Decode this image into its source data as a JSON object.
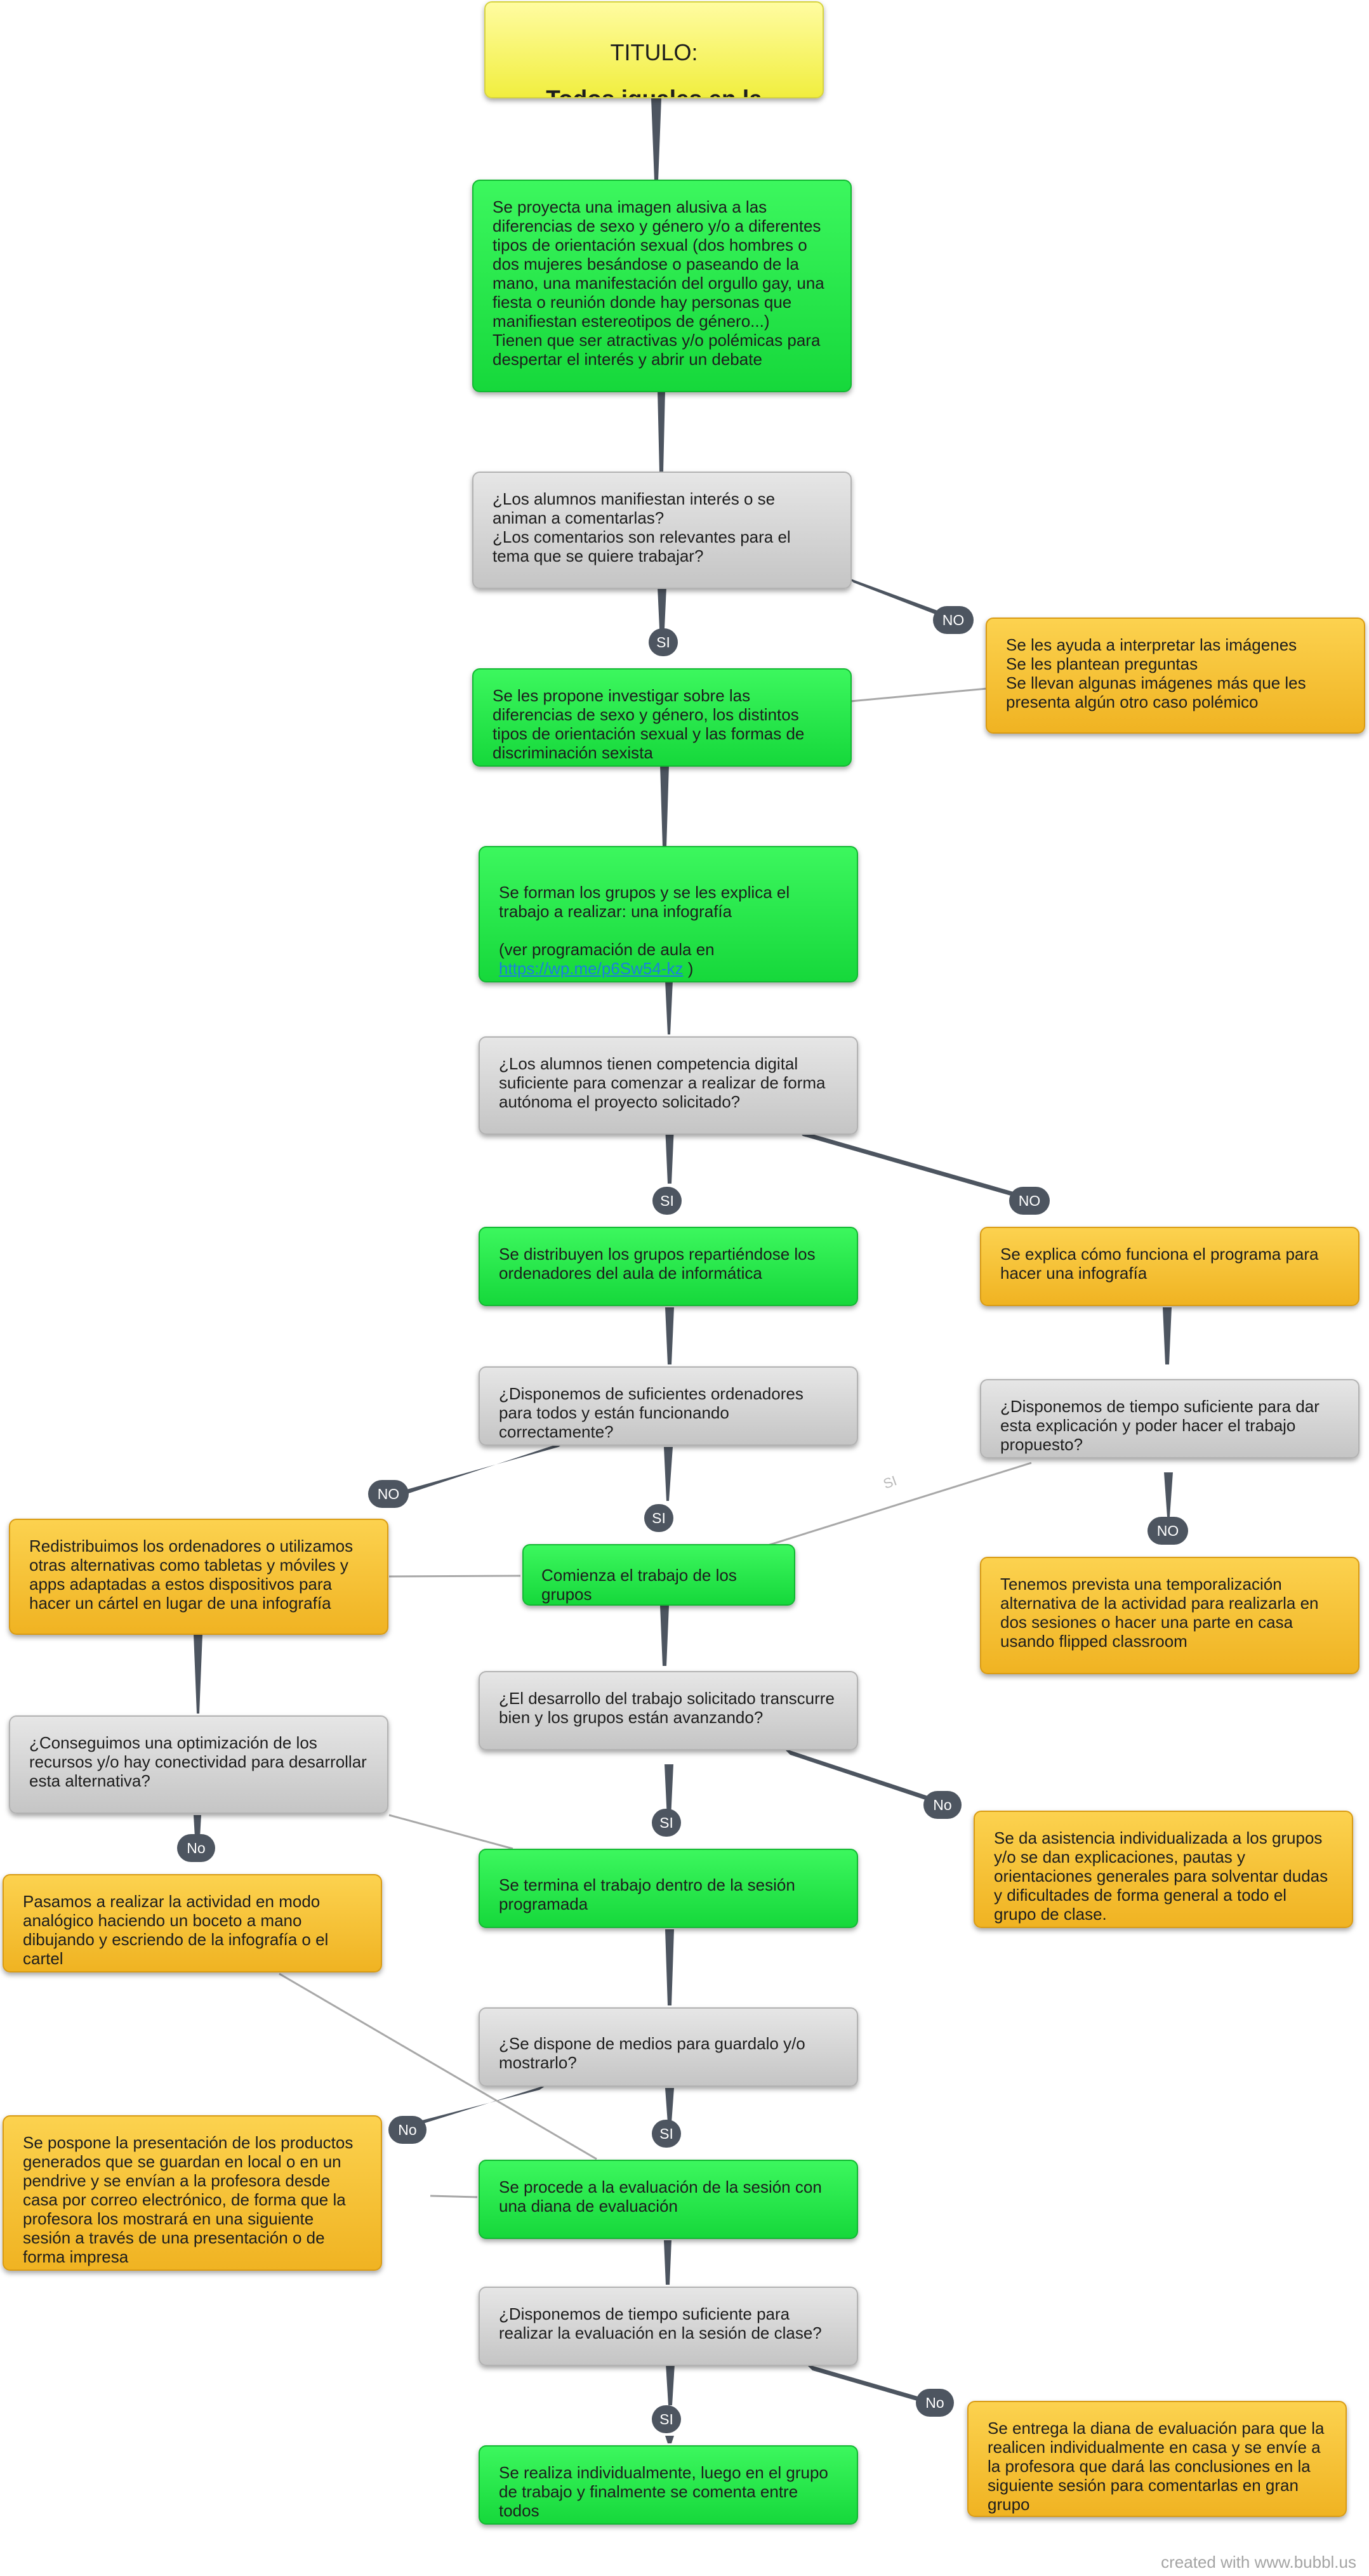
{
  "title": {
    "line1": "TITULO:",
    "line2": "Todos iguales en la diferencia"
  },
  "nodes": {
    "intro": "Se proyecta una imagen alusiva a las diferencias de sexo y género y/o a diferentes tipos de orientación sexual (dos hombres o dos mujeres besándose o paseando de la mano, una manifestación del orgullo gay, una fiesta o reunión donde hay personas que manifiestan estereotipos de género...)\nTienen que ser atractivas y/o polémicas para despertar el interés y abrir un debate",
    "q_interest": "¿Los alumnos manifiestan interés o se animan a comentarlas?\n¿Los comentarios son relevantes para el tema que se quiere trabajar?",
    "help_interpret": "Se les ayuda a interpretar las imágenes\nSe les plantean preguntas\nSe llevan algunas imágenes más que les presenta algún otro caso polémico",
    "investigate": "Se les propone investigar sobre las diferencias de sexo y género, los distintos tipos de orientación sexual y las formas de discriminación sexista",
    "groups_text": "Se forman los grupos y se les explica el trabajo a realizar: una infografía\n\n(ver programación de aula en ",
    "groups_link": "https://wp.me/p6Sw54-kz",
    "groups_end": " )",
    "q_digital": "¿Los alumnos tienen competencia digital suficiente para comenzar a realizar de forma autónoma el proyecto solicitado?",
    "distribute": "Se distribuyen los grupos repartiéndose los ordenadores del aula de informática",
    "explain_program": "Se explica cómo funciona el programa para hacer una infografía",
    "q_computers": "¿Disponemos de suficientes ordenadores para todos y están funcionando correctamente?",
    "q_time_explain": "¿Disponemos de tiempo suficiente para dar esta explicación y poder hacer el trabajo propuesto?",
    "redistribute": "Redistribuimos los ordenadores o utilizamos otras alternativas como tabletas y móviles y apps adaptadas a estos dispositivos para hacer un cártel en lugar de una infografía",
    "start_work": "Comienza el trabajo de los grupos",
    "alt_schedule": "Tenemos prevista una temporalización alternativa de la actividad para realizarla en dos sesiones o hacer una parte en casa usando flipped classroom",
    "q_optimization": "¿Conseguimos una optimización de los recursos y/o hay conectividad para desarrollar esta alternativa?",
    "q_progress": "¿El desarrollo del trabajo solicitado transcurre bien y los grupos están avanzando?",
    "analog": "Pasamos a realizar la actividad en modo analógico haciendo un boceto a mano dibujando y escriendo de la infografía o el cartel",
    "finish_session": "Se termina el trabajo dentro de la sesión programada",
    "individual_help": "Se da asistencia individualizada a los grupos y/o se dan explicaciones, pautas y orientaciones generales para solventar dudas y dificultades de forma general a todo el grupo de clase.",
    "q_save": "¿Se dispone de medios para guardalo y/o mostrarlo?",
    "postpone": "Se pospone la presentación de los productos generados que se guardan en local o en un pendrive y se envían a la profesora desde casa por correo electrónico, de forma que la profesora los mostrará en una siguiente sesión a través de una presentación o de forma impresa",
    "evaluation": "Se procede a la evaluación de la sesión con una diana de evaluación",
    "q_time_eval": "¿Disponemos de tiempo suficiente para realizar la evaluación en la sesión de clase?",
    "home_eval": "Se entrega la diana de evaluación para que la realicen individualmente en casa y se envíe a la profesora que dará las conclusiones en la siguiente sesión para comentarlas en gran grupo",
    "final": "Se realiza individualmente, luego en el grupo de trabajo y finalmente se comenta entre todos"
  },
  "labels": {
    "si_1": "SI",
    "no_1": "NO",
    "si_2": "SI",
    "no_2": "NO",
    "no_3": "NO",
    "si_3": "SI",
    "si_faint": "SI",
    "no_4": "NO",
    "no_5": "No",
    "si_4": "SI",
    "no_6": "No",
    "no_7": "No",
    "si_5": "SI",
    "si_6": "SI",
    "no_8": "No"
  },
  "footer": "created with www.bubbl.us",
  "colors": {
    "green": "#22e244",
    "grey": "#d2d2d2",
    "orange": "#f5c033",
    "yellow": "#f7f46b",
    "connector": "#4d5560",
    "thin_line": "#a8a8a8",
    "link": "#1c7fe0"
  }
}
